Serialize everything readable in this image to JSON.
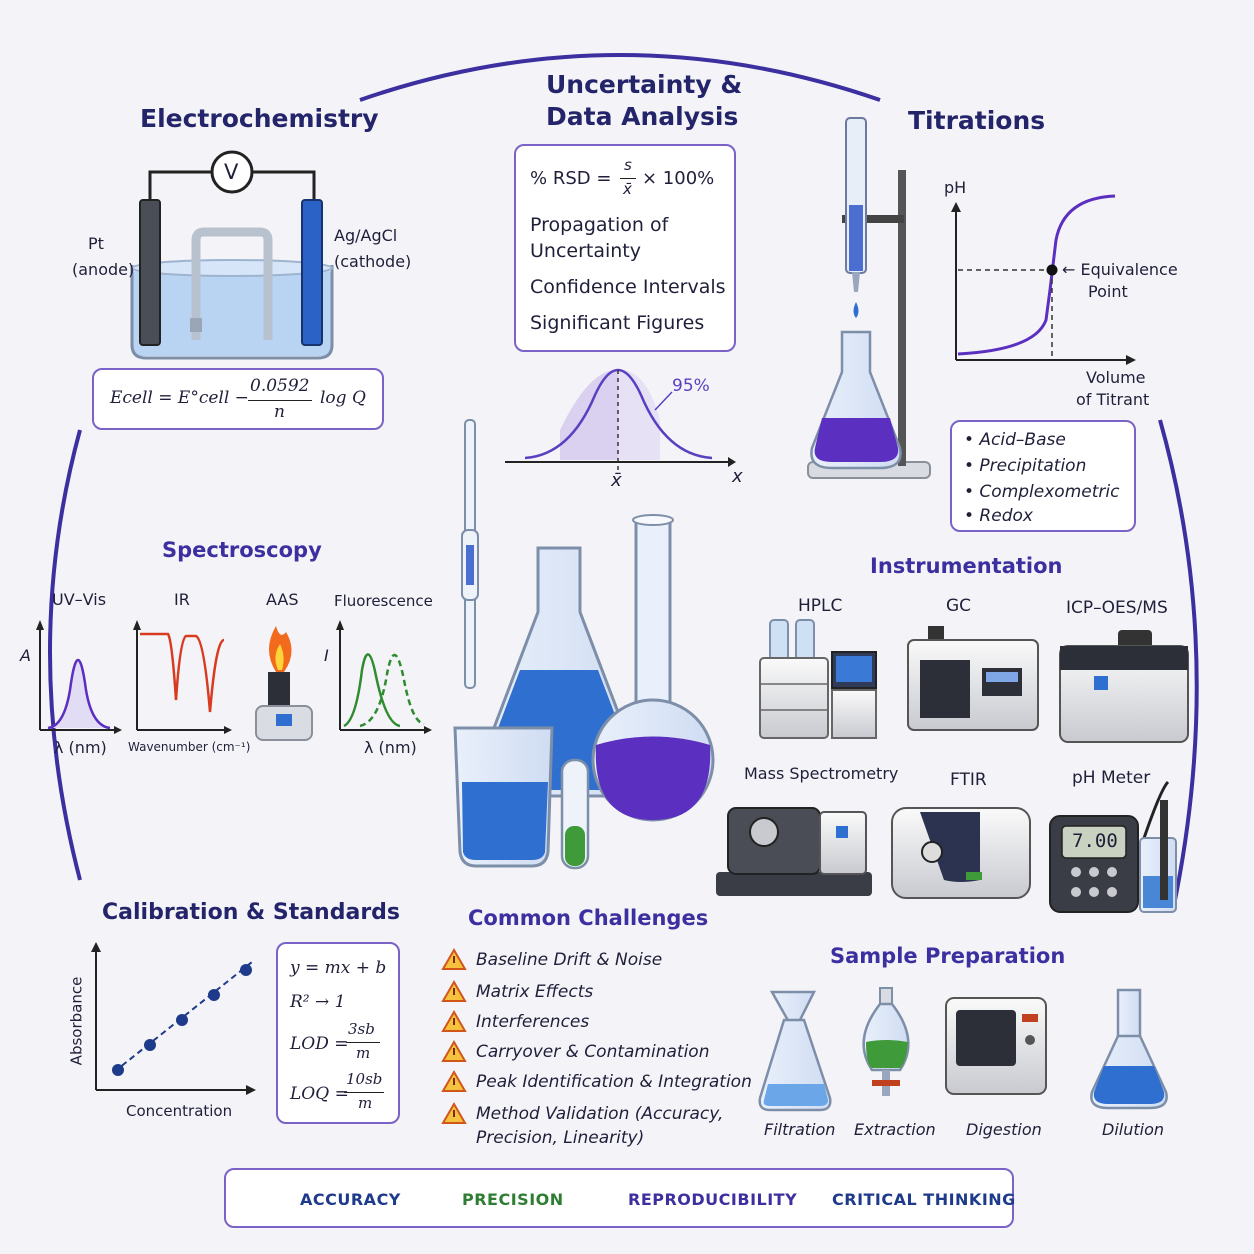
{
  "electrochemistry": {
    "title": "Electrochemistry",
    "voltmeter": "V",
    "anode_line1": "Pt",
    "anode_line2": "(anode)",
    "cathode_line1": "Ag/AgCl",
    "cathode_line2": "(cathode)",
    "nernst_lhs": "Ecell = E°cell −",
    "nernst_num": "0.0592",
    "nernst_den": "n",
    "nernst_tail": "log Q"
  },
  "uncertainty": {
    "title_line1": "Uncertainty &",
    "title_line2": "Data Analysis",
    "rsd_prefix": "% RSD =",
    "rsd_num": "s",
    "rsd_den": "x̄",
    "rsd_suffix": "× 100%",
    "items": [
      "Propagation of",
      "Uncertainty",
      "Confidence Intervals",
      "Significant Figures"
    ],
    "curve_pct": "95%",
    "curve_mean": "x̄",
    "curve_axis": "x"
  },
  "titrations": {
    "title": "Titrations",
    "y_axis": "pH",
    "equiv_line1": "← Equivalence",
    "equiv_line2": "Point",
    "x_axis_line1": "Volume",
    "x_axis_line2": "of Titrant",
    "types": [
      "• Acid–Base",
      "• Precipitation",
      "• Complexometric",
      "• Redox"
    ]
  },
  "spectroscopy": {
    "title": "Spectroscopy",
    "methods": [
      "UV–Vis",
      "IR",
      "AAS",
      "Fluorescence"
    ],
    "uv_y": "A",
    "uv_x": "λ (nm)",
    "ir_x": "Wavenumber (cm⁻¹)",
    "fl_y": "I",
    "fl_x": "λ (nm)"
  },
  "instrumentation": {
    "title": "Instrumentation",
    "instruments": [
      "HPLC",
      "GC",
      "ICP–OES/MS",
      "Mass Spectrometry",
      "FTIR",
      "pH Meter"
    ],
    "ph_reading": "7.00"
  },
  "calibration": {
    "title": "Calibration & Standards",
    "y_axis": "Absorbance",
    "x_axis": "Concentration",
    "eq1": "y = mx + b",
    "eq2": "R² → 1",
    "lod": "LOD =",
    "lod_num": "3sb",
    "lod_den": "m",
    "loq": "LOQ =",
    "loq_num": "10sb",
    "loq_den": "m"
  },
  "challenges": {
    "title": "Common Challenges",
    "items": [
      "Baseline Drift & Noise",
      "Matrix Effects",
      "Interferences",
      "Carryover & Contamination",
      "Peak Identification & Integration",
      "Method Validation (Accuracy,",
      "Precision, Linearity)"
    ]
  },
  "sample_prep": {
    "title": "Sample Preparation",
    "steps": [
      "Filtration",
      "Extraction",
      "Digestion",
      "Dilution"
    ]
  },
  "footer": {
    "values": [
      "ACCURACY",
      "PRECISION",
      "REPRODUCIBILITY",
      "CRITICAL THINKING"
    ]
  },
  "colors": {
    "accent": "#5a3fc0",
    "title": "#24246a",
    "blue_liquid": "#2f6fd0",
    "purple_liquid": "#5b2fc0",
    "warning": "#e8a020"
  },
  "calibration_points": {
    "x": [
      1,
      2,
      3,
      4,
      5
    ],
    "y": [
      1,
      2,
      3,
      4,
      5
    ]
  }
}
